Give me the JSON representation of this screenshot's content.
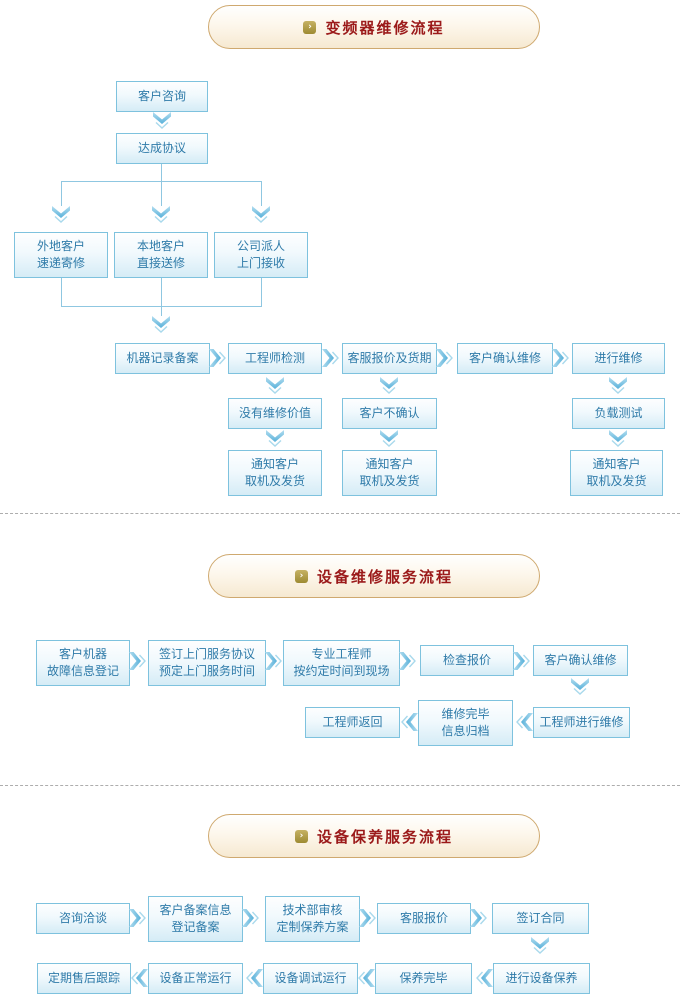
{
  "colors": {
    "box_border": "#7EC2DE",
    "box_text": "#2F7BA9",
    "arrow_fill_light": "#B3DEF0",
    "arrow_fill_dark": "#58B0D9",
    "banner_border": "#CFA96F",
    "banner_text": "#9B1A1A",
    "bullet_gold": "#9D8A32",
    "divider_gray": "#ADADAD"
  },
  "s1": {
    "title": "变频器维修流程",
    "bullet": "›",
    "boxes": {
      "consult": "客户咨询",
      "agree": "达成协议",
      "remote": "外地客户\n速递寄修",
      "local": "本地客户\n直接送修",
      "pickup": "公司派人\n上门接收",
      "record": "机器记录备案",
      "inspect": "工程师检测",
      "quote": "客服报价及货期",
      "confirm": "客户确认维修",
      "repair": "进行维修",
      "novalue": "没有维修价值",
      "noconfirm": "客户不确认",
      "loadtest": "负载测试",
      "notify1": "通知客户\n取机及发货",
      "notify2": "通知客户\n取机及发货",
      "notify3": "通知客户\n取机及发货"
    }
  },
  "s2": {
    "title": "设备维修服务流程",
    "bullet": "›",
    "boxes": {
      "register": "客户机器\n故障信息登记",
      "signAgreement": "签订上门服务协议\n预定上门服务时间",
      "engineerArrive": "专业工程师\n按约定时间到现场",
      "checkQuote": "检查报价",
      "confirmRepair": "客户确认维修",
      "engineerReturn": "工程师返回",
      "archive": "维修完毕\n信息归档",
      "doRepair": "工程师进行维修"
    }
  },
  "s3": {
    "title": "设备保养服务流程",
    "bullet": "›",
    "boxes": {
      "consult": "咨询洽谈",
      "record": "客户备案信息\n登记备案",
      "techReview": "技术部审核\n定制保养方案",
      "quote": "客服报价",
      "contract": "签订合同",
      "track": "定期售后跟踪",
      "normalRun": "设备正常运行",
      "debugRun": "设备调试运行",
      "done": "保养完毕",
      "doMaintain": "进行设备保养"
    }
  }
}
